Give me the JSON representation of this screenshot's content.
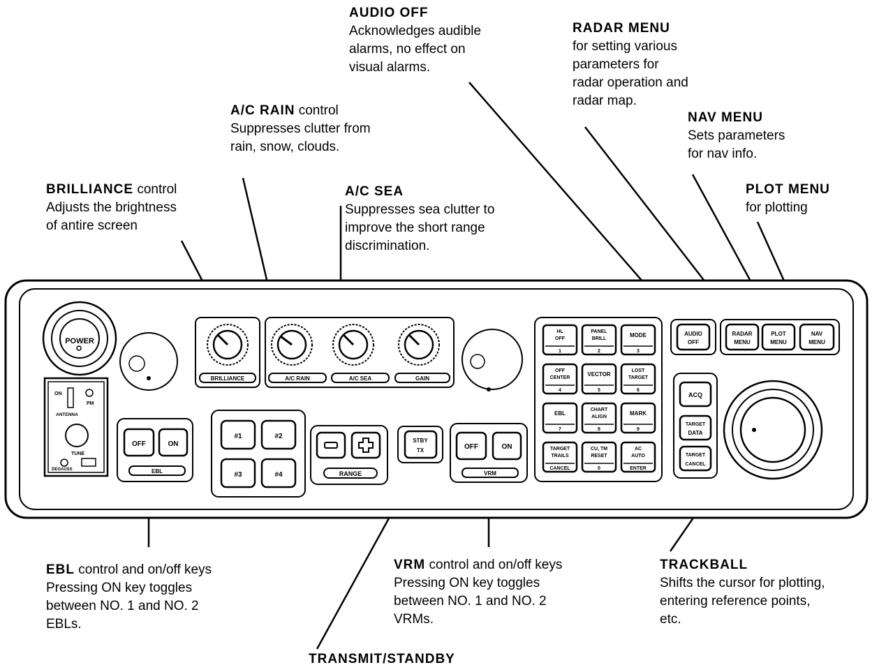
{
  "captions": {
    "audio_off": {
      "title": "AUDIO OFF",
      "lines": [
        "Acknowledges audible",
        "alarms, no effect on",
        "visual alarms."
      ]
    },
    "radar_menu": {
      "title": "RADAR MENU",
      "lines": [
        "for setting various",
        "parameters for",
        "radar operation and",
        "radar map."
      ]
    },
    "nav_menu": {
      "title": "NAV MENU",
      "lines": [
        "Sets parameters",
        "for nav info."
      ]
    },
    "plot_menu": {
      "title": "PLOT MENU",
      "lines": [
        "for plotting"
      ]
    },
    "ac_rain": {
      "title": "A/C RAIN",
      "suffix": " control",
      "lines": [
        "Suppresses clutter from",
        "rain, snow, clouds."
      ]
    },
    "brilliance": {
      "title": "BRILLIANCE",
      "suffix": " control",
      "lines": [
        "Adjusts the brightness",
        "of antire screen"
      ]
    },
    "ac_sea": {
      "title": "A/C SEA",
      "lines": [
        "Suppresses sea clutter to",
        "improve the short range",
        "discrimination."
      ]
    },
    "ebl": {
      "title": "EBL",
      "suffix": " control and on/off keys",
      "lines": [
        "Pressing ON key toggles",
        "between NO. 1 and NO. 2",
        "EBLs."
      ]
    },
    "vrm": {
      "title": "VRM",
      "suffix": " control and on/off keys",
      "lines": [
        "Pressing ON key toggles",
        "between NO. 1 and NO. 2",
        "VRMs."
      ]
    },
    "trackball": {
      "title": "TRACKBALL",
      "lines": [
        "Shifts the cursor for plotting,",
        "entering reference points,",
        "etc."
      ]
    },
    "transmit": {
      "title": "TRANSMIT/STANDBY"
    }
  },
  "panel": {
    "power": "POWER",
    "antenna_on": "ON",
    "antenna_label": "ANTENNA",
    "antenna_pm": "PM",
    "tune": "TUNE",
    "degauss": "DEGAUSS",
    "knob_labels": {
      "brilliance": "BRILLIANCE",
      "ac_rain": "A/C RAIN",
      "ac_sea": "A/C SEA",
      "gain": "GAIN"
    },
    "ebl_off": "OFF",
    "ebl_on": "ON",
    "ebl_label": "EBL",
    "presets": [
      "#1",
      "#2",
      "#3",
      "#4"
    ],
    "range_label": "RANGE",
    "stby": "STBY",
    "tx": "TX",
    "vrm_off": "OFF",
    "vrm_on": "ON",
    "vrm_label": "VRM",
    "keypad": [
      {
        "top": "HL",
        "mid": "OFF",
        "num": "1"
      },
      {
        "top": "PANEL",
        "mid": "BRILL",
        "num": "2"
      },
      {
        "top": "MODE",
        "mid": "",
        "num": "3"
      },
      {
        "top": "OFF",
        "mid": "CENTER",
        "num": "4"
      },
      {
        "top": "VECTOR",
        "mid": "",
        "num": "5"
      },
      {
        "top": "LOST",
        "mid": "TARGET",
        "num": "6"
      },
      {
        "top": "EBL",
        "mid": "",
        "num": "7"
      },
      {
        "top": "CHART",
        "mid": "ALIGN",
        "num": "8"
      },
      {
        "top": "MARK",
        "mid": "",
        "num": "9"
      },
      {
        "top": "TARGET",
        "mid": "TRAILS",
        "num": "CANCEL"
      },
      {
        "top": "CU, TM",
        "mid": "RESET",
        "num": "0"
      },
      {
        "top": "AC",
        "mid": "AUTO",
        "num": "ENTER"
      }
    ],
    "audio_off_key": [
      "AUDIO",
      "OFF"
    ],
    "radar_menu_key": [
      "RADAR",
      "MENU"
    ],
    "plot_menu_key": [
      "PLOT",
      "MENU"
    ],
    "nav_menu_key": [
      "NAV",
      "MENU"
    ],
    "acq": "ACQ",
    "target_data": [
      "TARGET",
      "DATA"
    ],
    "target_cancel": [
      "TARGET",
      "CANCEL"
    ]
  }
}
